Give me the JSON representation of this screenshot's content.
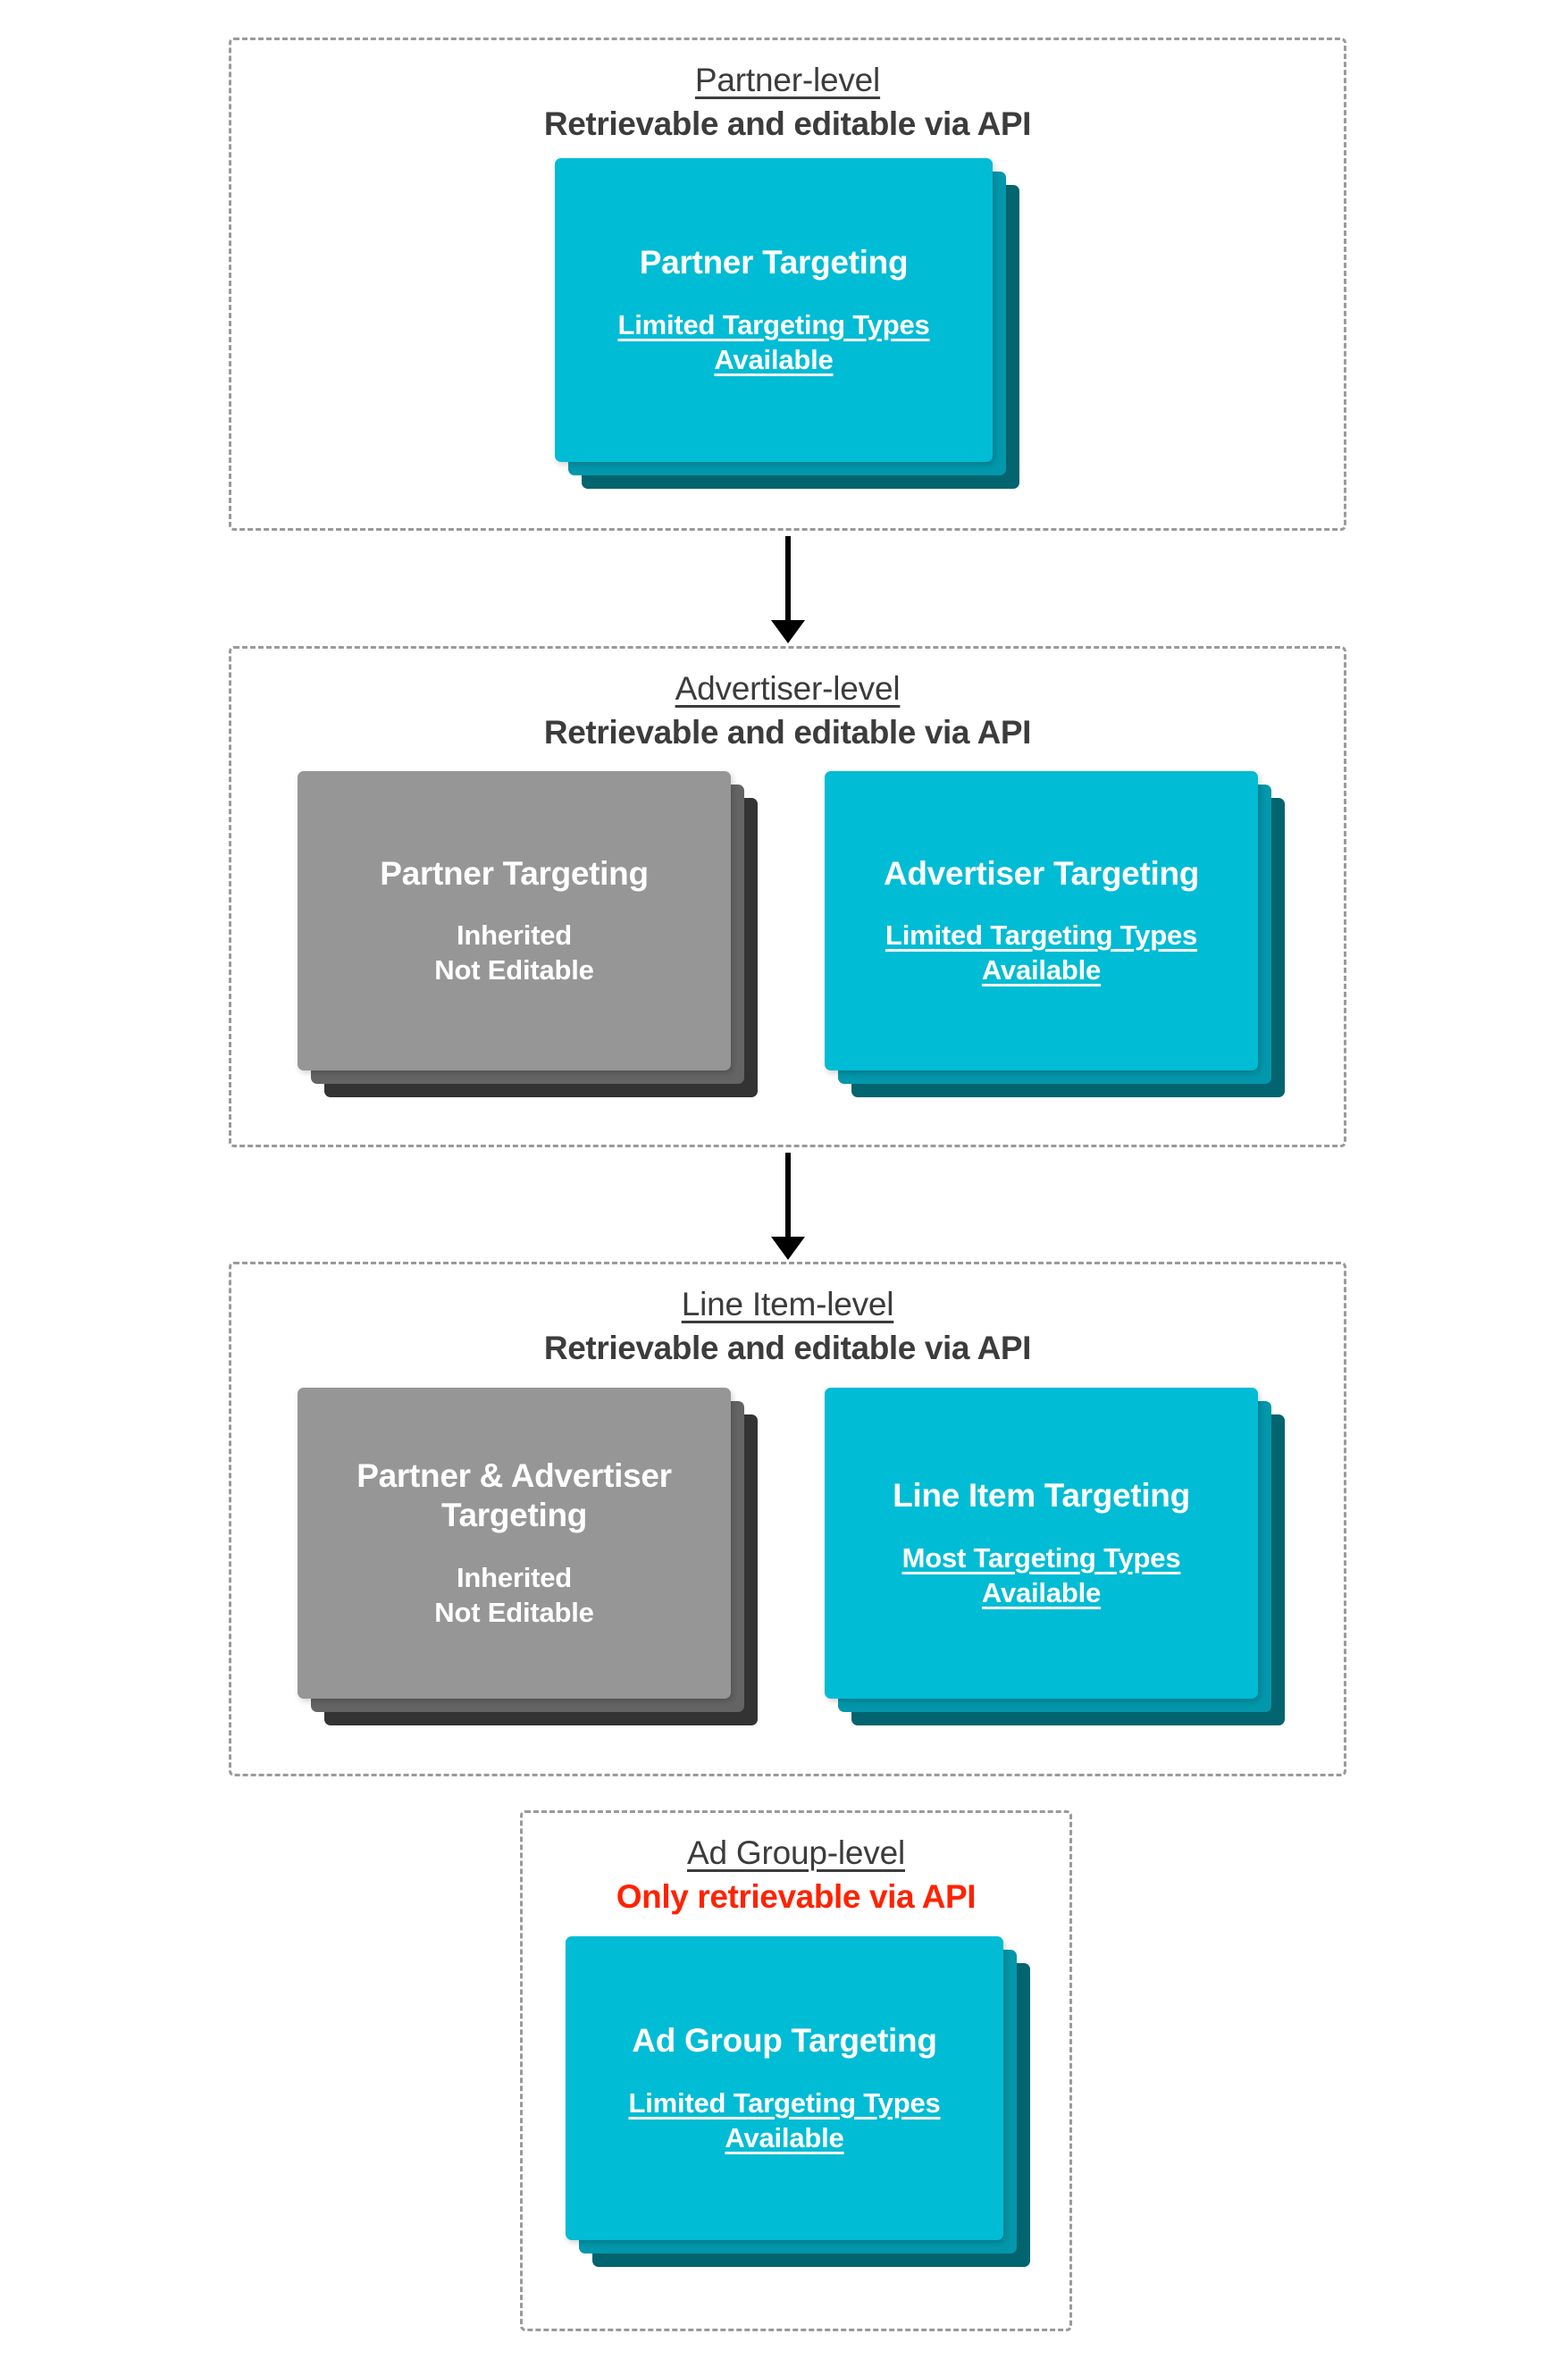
{
  "diagram": {
    "levels": [
      {
        "id": "partner-level",
        "title": "Partner-level",
        "subtitle": "Retrievable and editable via API",
        "subtitle_state": "editable",
        "cards": [
          {
            "id": "partner-targeting",
            "title": "Partner Targeting",
            "sub_line1": "Limited Targeting Types",
            "sub_line2": "Available",
            "sub_underlined": true,
            "palette": "cyan"
          }
        ]
      },
      {
        "id": "advertiser-level",
        "title": "Advertiser-level",
        "subtitle": "Retrievable and editable via API",
        "subtitle_state": "editable",
        "cards": [
          {
            "id": "partner-targeting-inherited",
            "title": "Partner Targeting",
            "sub_line1": "Inherited",
            "sub_line2": "Not Editable",
            "sub_underlined": false,
            "palette": "grey"
          },
          {
            "id": "advertiser-targeting",
            "title": "Advertiser Targeting",
            "sub_line1": "Limited Targeting Types",
            "sub_line2": "Available",
            "sub_underlined": true,
            "palette": "cyan"
          }
        ]
      },
      {
        "id": "line-item-level",
        "title": "Line Item-level",
        "subtitle": "Retrievable and editable via API",
        "subtitle_state": "editable",
        "cards": [
          {
            "id": "partner-advertiser-targeting-inherited",
            "title": "Partner & Advertiser Targeting",
            "sub_line1": "Inherited",
            "sub_line2": "Not Editable",
            "sub_underlined": false,
            "palette": "grey"
          },
          {
            "id": "line-item-targeting",
            "title": "Line Item Targeting",
            "sub_line1": "Most Targeting Types",
            "sub_line2": "Available",
            "sub_underlined": true,
            "palette": "cyan"
          }
        ]
      },
      {
        "id": "ad-group-level",
        "title": "Ad Group-level",
        "subtitle": "Only retrievable via API",
        "subtitle_state": "readonly",
        "cards": [
          {
            "id": "ad-group-targeting",
            "title": "Ad Group Targeting",
            "sub_line1": "Limited Targeting Types",
            "sub_line2": "Available",
            "sub_underlined": true,
            "palette": "cyan"
          }
        ]
      }
    ],
    "connectors": [
      {
        "id": "partner-to-advertiser",
        "from": "partner-level",
        "to": "advertiser-level",
        "direction": "down"
      },
      {
        "id": "advertiser-to-line-item",
        "from": "advertiser-level",
        "to": "line-item-level",
        "direction": "down"
      }
    ],
    "colors": {
      "card_front_cyan": "#00bcd4",
      "card_mid_cyan": "#0397ab",
      "card_back_cyan": "#02646f",
      "card_front_grey": "#969696",
      "card_mid_grey": "#646464",
      "card_back_grey": "#333333",
      "container_border": "#9a9a9a",
      "text_dark": "#3c3c3c",
      "text_alert": "#ff2200",
      "card_text": "#ffffff",
      "arrow": "#000000",
      "background": "#ffffff"
    }
  }
}
